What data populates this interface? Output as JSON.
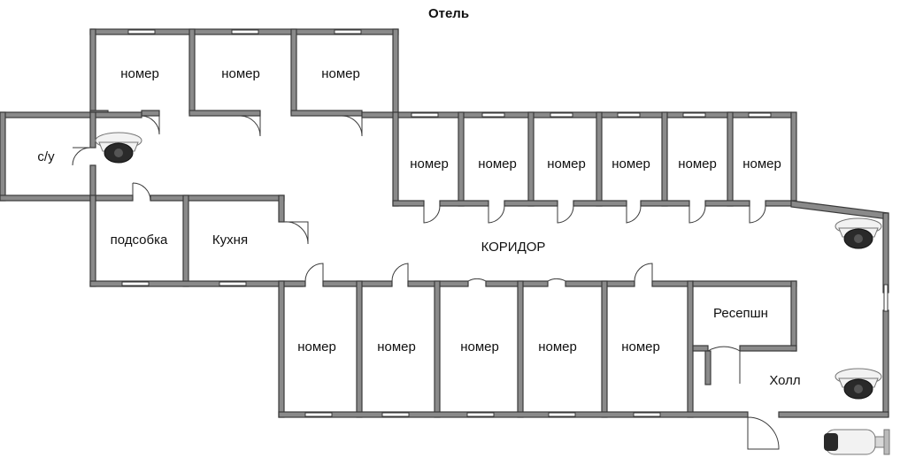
{
  "title": "Отель",
  "rooms": {
    "top_row": [
      "номер",
      "номер",
      "номер"
    ],
    "east_row": [
      "номер",
      "номер",
      "номер",
      "номер",
      "номер",
      "номер"
    ],
    "south_row": [
      "номер",
      "номер",
      "номер",
      "номер",
      "номер"
    ],
    "wc": "с/у",
    "storage": "подсобка",
    "kitchen": "Кухня",
    "corridor": "КОРИДОР",
    "reception": "Ресепшн",
    "hall": "Холл"
  },
  "icons": {
    "dome_camera": "dome-camera-icon",
    "bullet_camera": "bullet-camera-icon"
  },
  "colors": {
    "wall": "#8a8a8a",
    "outline": "#3a3a3a"
  }
}
